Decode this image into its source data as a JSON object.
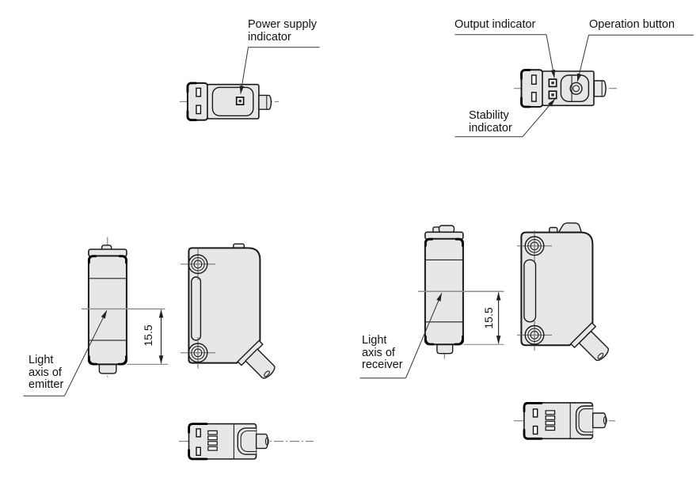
{
  "colors": {
    "body_fill": "#e6e7e8",
    "outline": "#1a1a1a",
    "centerline": "#6f6f6f",
    "light_axis_line": "#8f8f8f",
    "text": "#111111"
  },
  "labels": {
    "power_supply_indicator": "Power supply\nindicator",
    "output_indicator": "Output indicator",
    "operation_button": "Operation button",
    "stability_indicator": "Stability\nindicator",
    "light_axis_of_emitter": "Light\naxis of\nemitter",
    "light_axis_of_receiver": "Light\naxis of\nreceiver"
  },
  "dimensions": {
    "emitter_light_axis_height_mm": "15.5",
    "receiver_light_axis_height_mm": "15.5"
  }
}
